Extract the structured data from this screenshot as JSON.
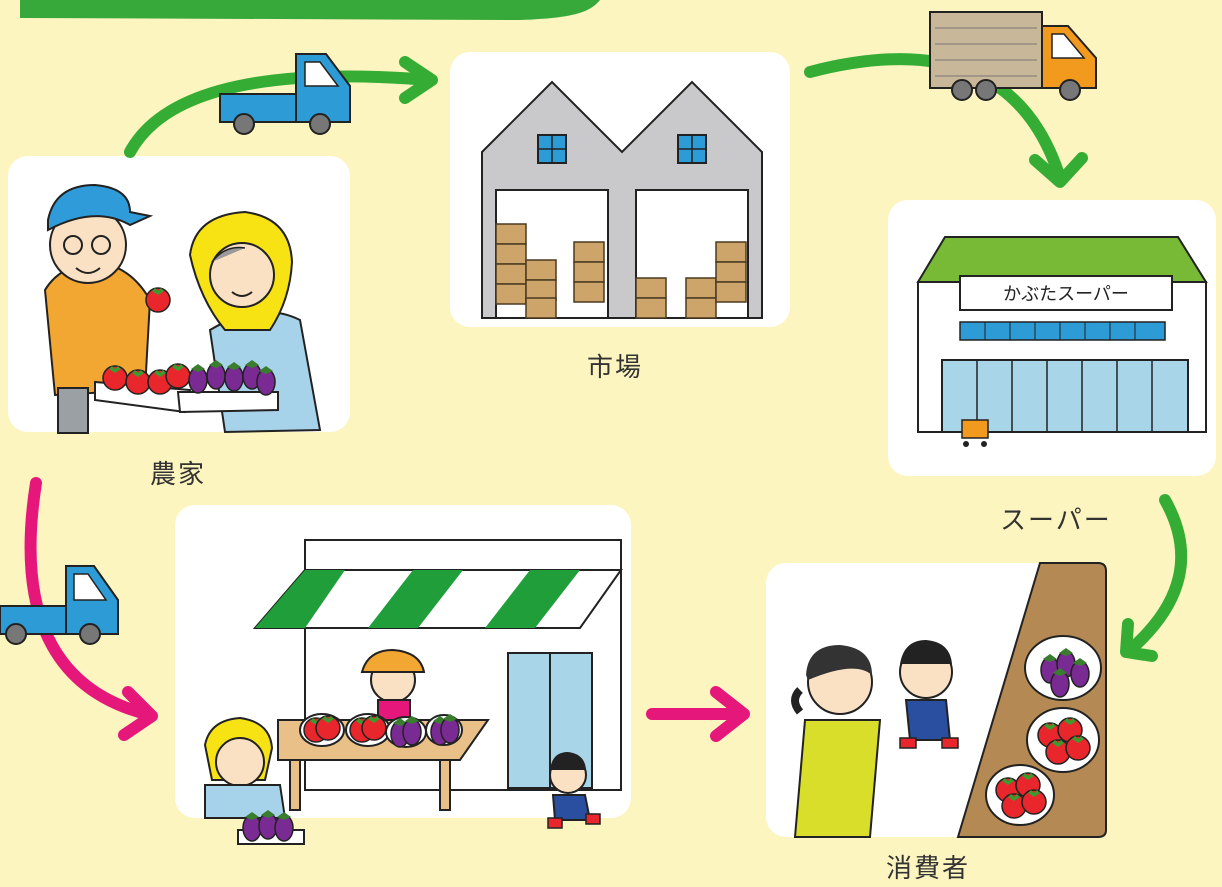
{
  "labels": {
    "farmer": "農家",
    "market": "市場",
    "supermarket": "スーパー",
    "consumer": "消費者"
  },
  "signs": {
    "supermarket_name": "かぶたスーパー"
  },
  "colors": {
    "background": "#fdf5bf",
    "wholesale_route_arrow": "#35ad35",
    "direct_route_arrow": "#e5177b",
    "panel": "#ffffff"
  },
  "icons": [
    "truck-icon",
    "arrow-icon",
    "tomato-icon",
    "eggplant-icon",
    "warehouse-icon",
    "store-icon",
    "crate-icon"
  ]
}
